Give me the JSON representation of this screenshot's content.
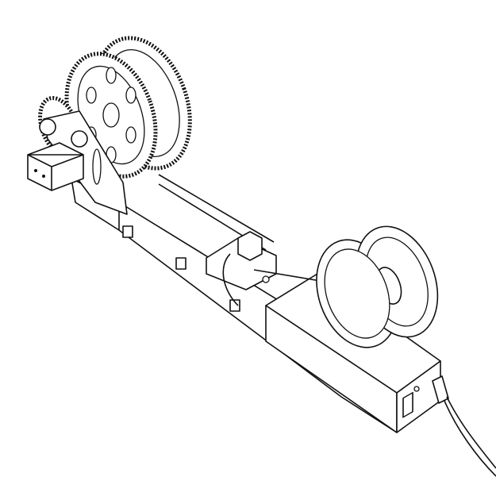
{
  "drawing": {
    "style": "black line art on white",
    "colors": {
      "line": "#111111",
      "background": "#ffffff"
    },
    "parts": [
      "gear-train",
      "motor",
      "rail",
      "carriage",
      "spool",
      "control-box",
      "power-switch",
      "power-cable"
    ]
  }
}
